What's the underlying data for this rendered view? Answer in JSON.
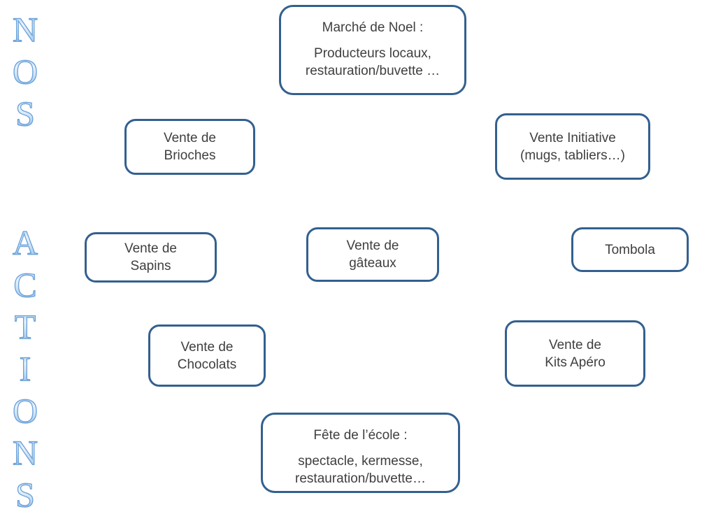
{
  "vertical_title": {
    "word1": "NOS",
    "word2": "ACTIONS"
  },
  "colors": {
    "box_border": "#33608f",
    "box_text": "#3f3f3f",
    "wordart_fill_light": "#e9f3fc",
    "wordart_fill_dark": "#7fb0e2",
    "wordart_stroke": "#6aa1d8"
  },
  "boxes": {
    "marche_noel": {
      "title": "Marché de Noel :",
      "desc": "Producteurs locaux, restauration/buvette …"
    },
    "brioches": {
      "line1": "Vente de",
      "line2": "Brioches"
    },
    "initiative": {
      "line1": "Vente Initiative",
      "line2": "(mugs, tabliers…)"
    },
    "sapins": {
      "line1": "Vente de",
      "line2": "Sapins"
    },
    "gateaux": {
      "line1": "Vente de",
      "line2": "gâteaux"
    },
    "tombola": {
      "line1": "Tombola",
      "line2": ""
    },
    "chocolats": {
      "line1": "Vente de",
      "line2": "Chocolats"
    },
    "kits_apero": {
      "line1": "Vente de",
      "line2": "Kits Apéro"
    },
    "fete_ecole": {
      "title": "Fête de l’école  :",
      "desc": "spectacle, kermesse, restauration/buvette…"
    }
  }
}
